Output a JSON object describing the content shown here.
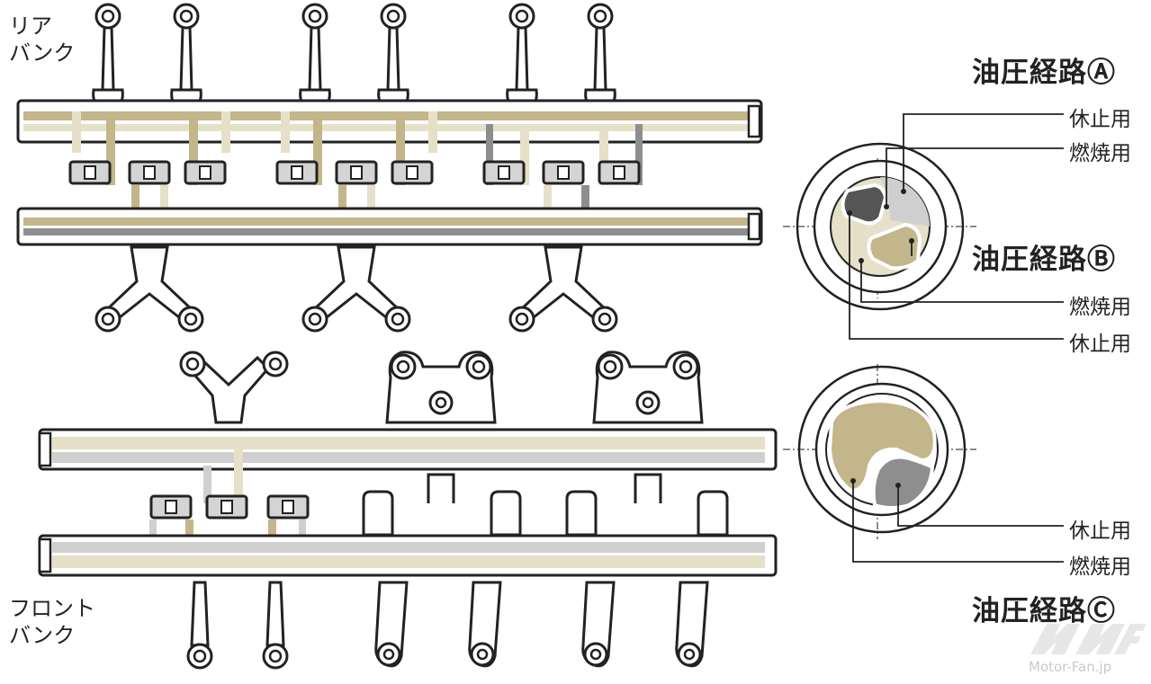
{
  "labels": {
    "rear_bank": [
      "リア",
      "バンク"
    ],
    "front_bank": [
      "フロント",
      "バンク"
    ]
  },
  "routes": {
    "a": {
      "title": "油圧経路Ⓐ",
      "callouts": [
        "休止用",
        "燃焼用"
      ]
    },
    "b": {
      "title": "油圧経路Ⓑ",
      "callouts": [
        "燃焼用",
        "休止用"
      ]
    },
    "c": {
      "title": "油圧経路Ⓒ",
      "callouts": [
        "休止用",
        "燃焼用"
      ]
    }
  },
  "colors": {
    "resting_oil": "#8e8e8e",
    "combustion_oil": "#c2b68a",
    "dark_passage": "#555555",
    "pale_passage": "#e6e0c8",
    "light_grey": "#cfcfcf",
    "line": "#222222"
  },
  "watermark": {
    "text": "Motor-Fan.jp"
  }
}
